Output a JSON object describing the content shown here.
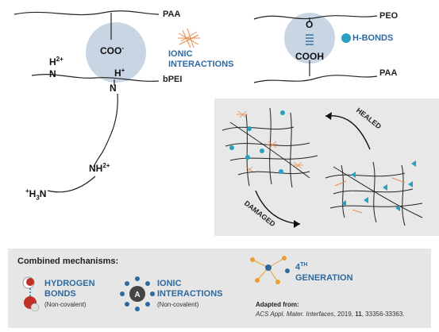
{
  "ionic_panel": {
    "chain_top": "PAA",
    "chain_bottom": "bPEI",
    "coo_label": "COO",
    "coo_charge": "-",
    "h_label": "H",
    "h_charge": "+",
    "n_label": "N",
    "h2_label": "H",
    "h2_charge": "2+",
    "n2_label": "N",
    "nh2_label": "NH",
    "nh2_charge": "2+",
    "h3n_plus": "+",
    "h3n_h": "H",
    "h3n_sub": "3",
    "h3n_n": "N",
    "legend_line1": "IONIC",
    "legend_line2": "INTERACTIONS"
  },
  "hbond_panel": {
    "chain_top": "PEO",
    "chain_bottom": "PAA",
    "o_label": "O",
    "cooh_label": "COOH",
    "legend": "H-BONDS"
  },
  "cycle": {
    "healed": "HEALED",
    "damaged": "DAMAGED"
  },
  "legend": {
    "title": "Combined mechanisms:",
    "hydrogen_line1": "HYDROGEN",
    "hydrogen_line2": "BONDS",
    "hydrogen_note": "(Non-covalent)",
    "ionic_line1": "IONIC",
    "ionic_line2": "INTERACTIONS",
    "ionic_note": "(Non-covalent)",
    "gen_number": "4",
    "gen_sup": "TH",
    "gen_word": "GENERATION",
    "adapted": "Adapted from:",
    "journal": "ACS Appl. Mater. Interfaces",
    "citation_year": ", 2019, ",
    "citation_vol": "11",
    "citation_pages": ", 33356-33363."
  },
  "colors": {
    "accent_blue": "#2d6aa0",
    "hbond_teal": "#2aa0c0",
    "ionic_orange": "#e8894a",
    "bubble": "#c8d6e3"
  }
}
